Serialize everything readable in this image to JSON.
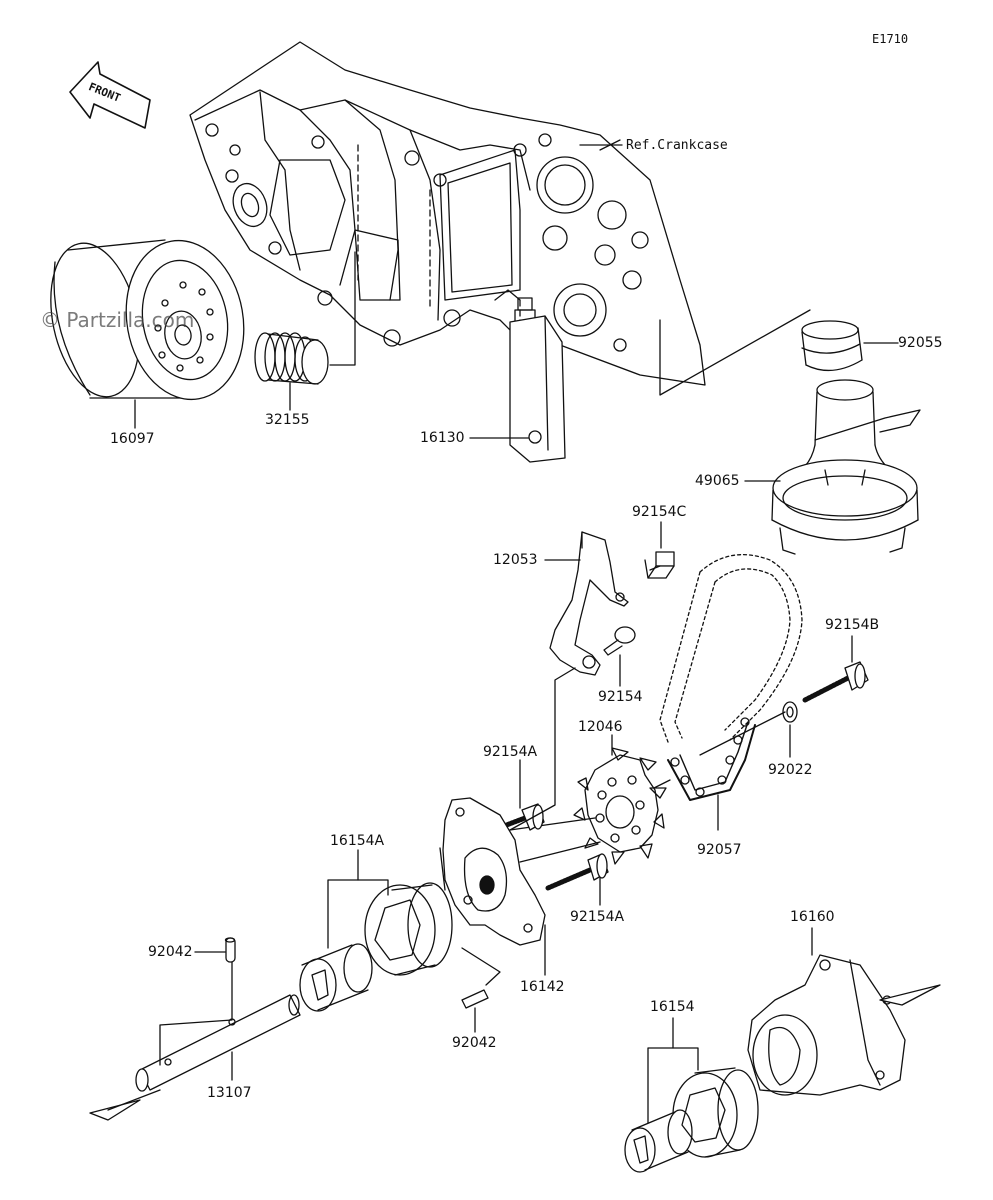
{
  "diagram_code": "E1710",
  "reference_label": "Ref.Crankcase",
  "watermark": "© Partzilla.com",
  "front_arrow_label": "FRONT",
  "part_labels": {
    "p16097": "16097",
    "p32155": "32155",
    "p16130": "16130",
    "p92055": "92055",
    "p49065": "49065",
    "p92154C": "92154C",
    "p12053": "12053",
    "p92154": "92154",
    "p92154B": "92154B",
    "p92154A_top": "92154A",
    "p12046": "12046",
    "p92022": "92022",
    "p92057": "92057",
    "p16154A": "16154A",
    "p92154A_bot": "92154A",
    "p16160": "16160",
    "p92042_left": "92042",
    "p16142": "16142",
    "p92042_mid": "92042",
    "p16154": "16154",
    "p13107": "13107"
  }
}
